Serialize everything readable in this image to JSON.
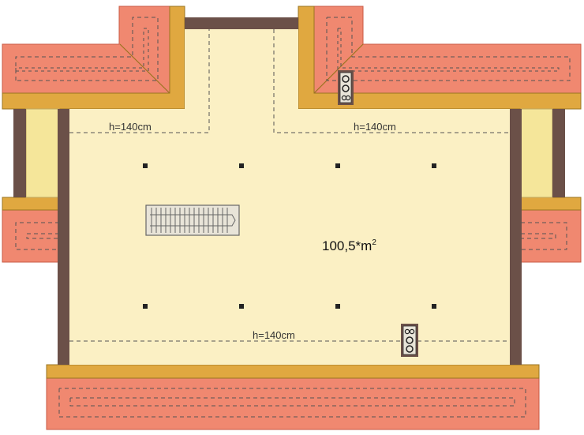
{
  "plan": {
    "height_labels": [
      "h=140cm",
      "h=140cm",
      "h=140cm"
    ],
    "area_value": "100,5*m",
    "area_superscript": "2"
  },
  "colors": {
    "roof_tile": "#f08870",
    "roof_tile_edge": "#c85a44",
    "eaves": "#e0a840",
    "floor": "#fbf0c4",
    "wall": "#6b5048",
    "window_glass": "#f5e69a",
    "dashed_line": "#555555"
  },
  "icons": [
    "chimney-icon",
    "chimney-icon",
    "staircase-icon",
    "pillar-icon"
  ]
}
